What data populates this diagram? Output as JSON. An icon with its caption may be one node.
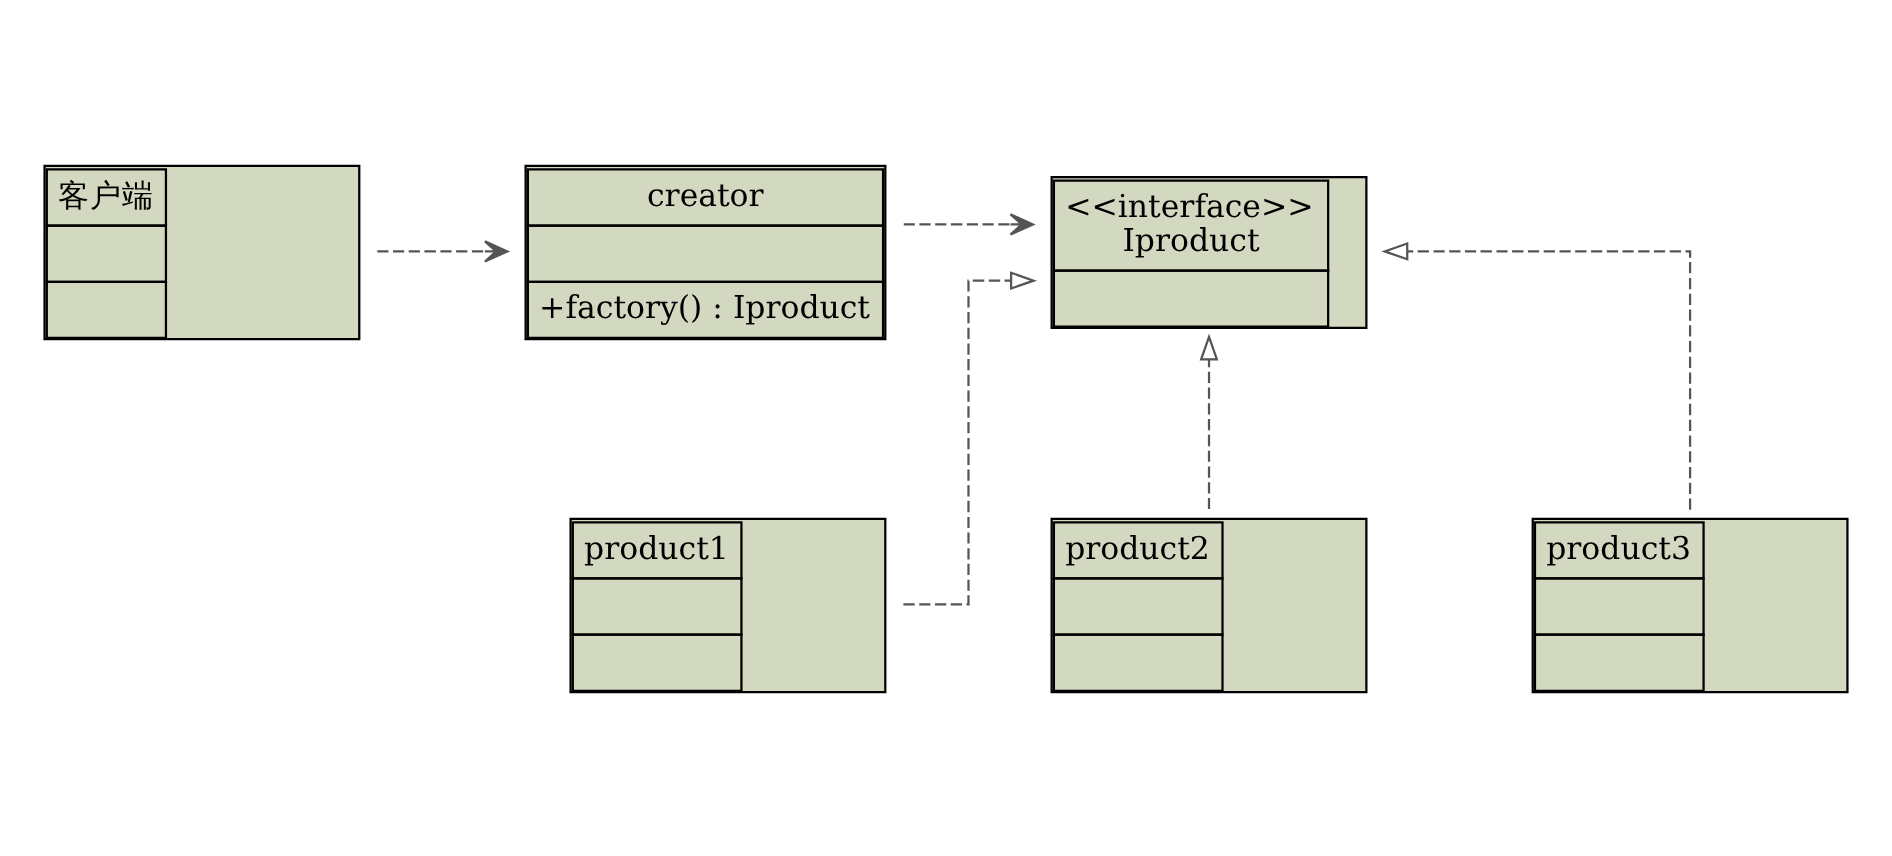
{
  "diagram": {
    "nodes": [
      {
        "text": [
          "客户端"
        ]
      },
      {
        "text": [
          "creator",
          "+factory() : Iproduct"
        ]
      },
      {
        "text": [
          "<<interface>>",
          "Iproduct"
        ]
      },
      {
        "text": [
          "product1"
        ]
      },
      {
        "text": [
          "product2"
        ]
      },
      {
        "text": [
          "product3"
        ]
      }
    ],
    "edges": [
      {
        "from": 0,
        "to": 1,
        "arrow": "to",
        "style": "dashed"
      },
      {
        "from": 1,
        "to": 2,
        "arrow": "to",
        "style": "dashed"
      },
      {
        "from": 3,
        "to": 2,
        "arrow": "to",
        "style": "dashed"
      },
      {
        "from": 4,
        "to": 2,
        "arrow": "to",
        "style": "dashed"
      },
      {
        "from": 5,
        "to": 2,
        "arrow": "to",
        "style": "dashed"
      }
    ]
  }
}
